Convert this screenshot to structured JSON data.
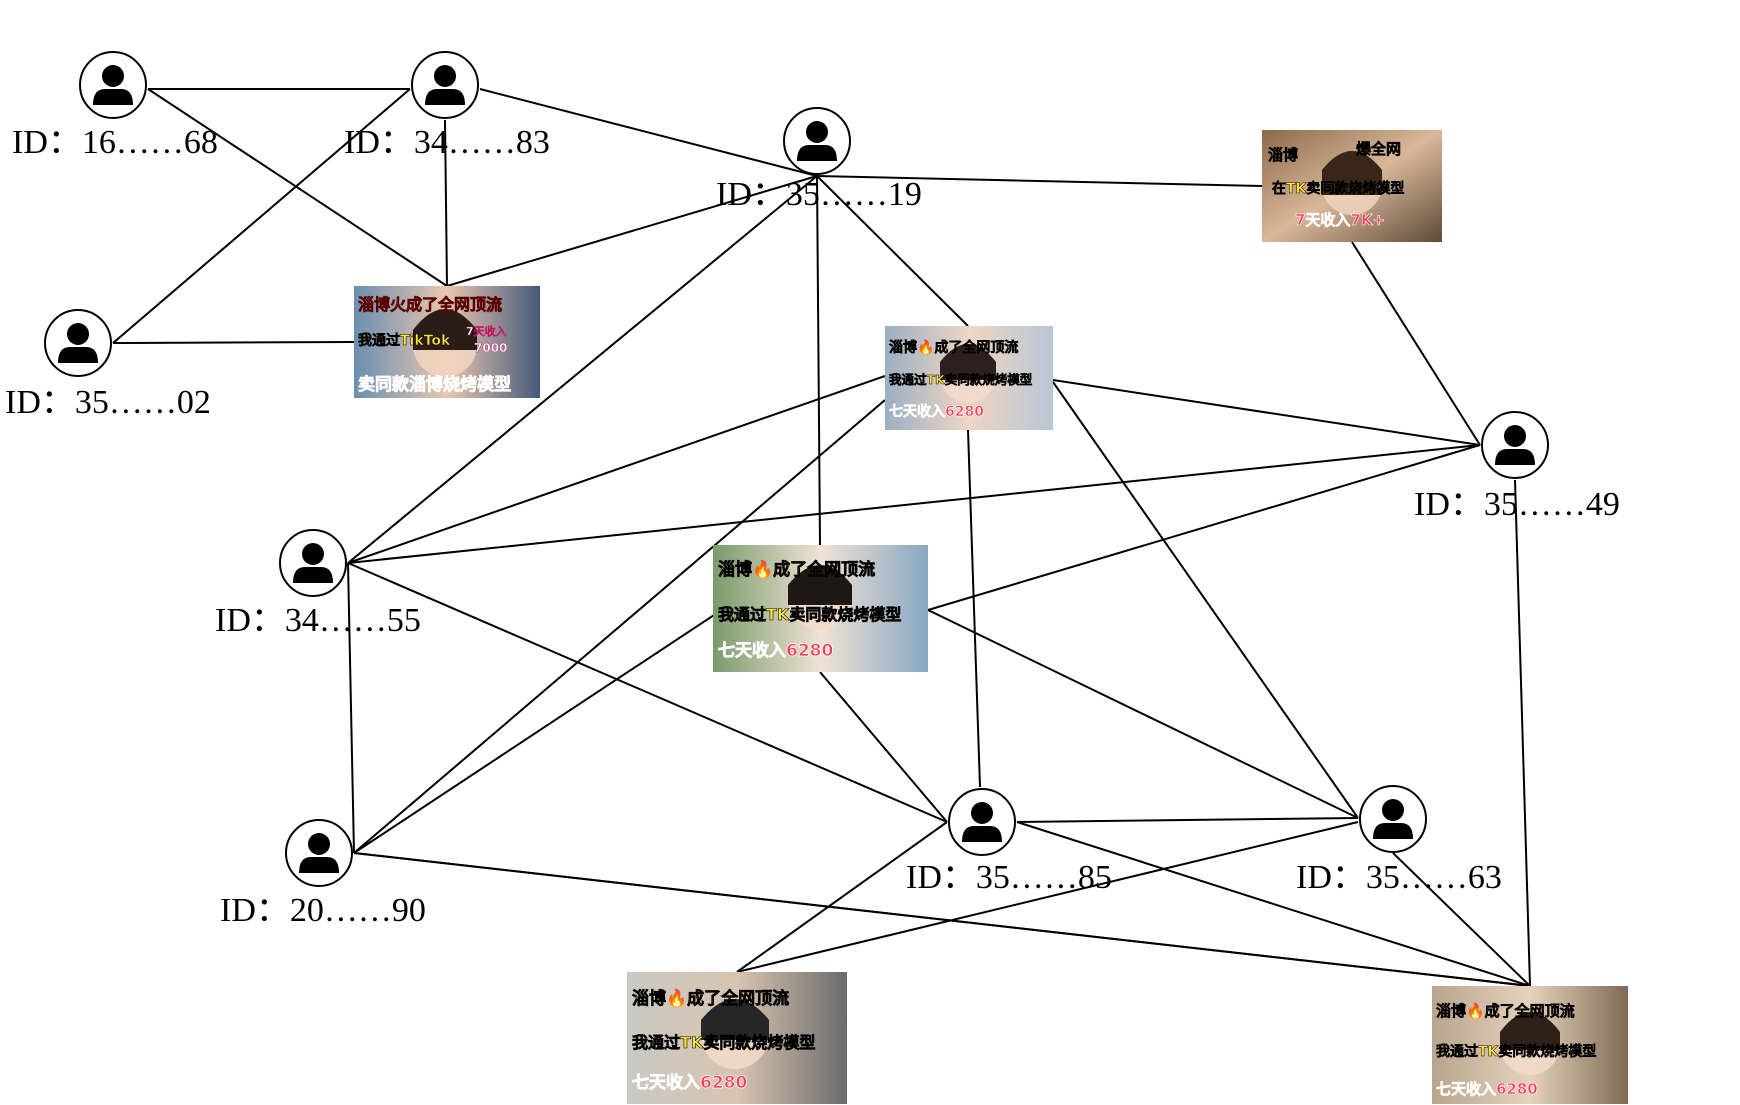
{
  "users": [
    {
      "key": "u16",
      "label": "ID：16……68"
    },
    {
      "key": "u34a",
      "label": "ID：34……83"
    },
    {
      "key": "u3519",
      "label": "ID：35……19"
    },
    {
      "key": "u3502",
      "label": "ID：35……02"
    },
    {
      "key": "u3549",
      "label": "ID：35……49"
    },
    {
      "key": "u3455",
      "label": "ID：34……55"
    },
    {
      "key": "u2090",
      "label": "ID：20……90"
    },
    {
      "key": "u3585",
      "label": "ID：35……85"
    },
    {
      "key": "u3563",
      "label": "ID：35……63"
    }
  ],
  "videos": [
    {
      "key": "v1",
      "lines": [
        "淄博火成了全网顶流",
        "我通过TikTok",
        "7天收入",
        "7000",
        "卖同款淄博烧烤模型"
      ]
    },
    {
      "key": "v2",
      "lines": [
        "淄博",
        "爆全网",
        "在TK卖同款烧烤模型",
        "7天收入7K+"
      ]
    },
    {
      "key": "v3",
      "lines": [
        "淄博🔥成了全网顶流",
        "我通过TK卖同款烧烤模型",
        "七天收入6280"
      ]
    },
    {
      "key": "v4",
      "lines": [
        "淄博🔥成了全网顶流",
        "我通过TK卖同款烧烤模型",
        "七天收入6280"
      ]
    },
    {
      "key": "v5",
      "lines": [
        "淄博🔥成了全网顶流",
        "我通过TK卖同款烧烤模型",
        "七天收入6280"
      ]
    },
    {
      "key": "v6",
      "lines": [
        "淄博🔥成了全网顶流",
        "我通过TK卖同款烧烤模型",
        "七天收入6280"
      ]
    }
  ],
  "edges": [
    [
      "u16",
      "u34a"
    ],
    [
      "u16",
      "v1"
    ],
    [
      "u34a",
      "u3502"
    ],
    [
      "u34a",
      "v1"
    ],
    [
      "u34a",
      "u3519"
    ],
    [
      "u3502",
      "v1"
    ],
    [
      "v1",
      "u3519"
    ],
    [
      "u3519",
      "v2"
    ],
    [
      "u3519",
      "v3"
    ],
    [
      "u3519",
      "u3455"
    ],
    [
      "u3519",
      "v4"
    ],
    [
      "v2",
      "u3549"
    ],
    [
      "v3",
      "u3549"
    ],
    [
      "v3",
      "u3455"
    ],
    [
      "v3",
      "u2090"
    ],
    [
      "v3",
      "u3585"
    ],
    [
      "v3",
      "u3563"
    ],
    [
      "u3549",
      "u3455"
    ],
    [
      "u3549",
      "v4"
    ],
    [
      "u3549",
      "v6"
    ],
    [
      "u3455",
      "u2090"
    ],
    [
      "u3455",
      "u3585"
    ],
    [
      "v4",
      "u2090"
    ],
    [
      "v4",
      "u3585"
    ],
    [
      "v4",
      "u3563"
    ],
    [
      "u2090",
      "u3563"
    ],
    [
      "u2090",
      "v6"
    ],
    [
      "u3585",
      "u3563"
    ],
    [
      "u3585",
      "v5"
    ],
    [
      "u3585",
      "v6"
    ],
    [
      "u3563",
      "v5"
    ],
    [
      "u3563",
      "v6"
    ]
  ]
}
